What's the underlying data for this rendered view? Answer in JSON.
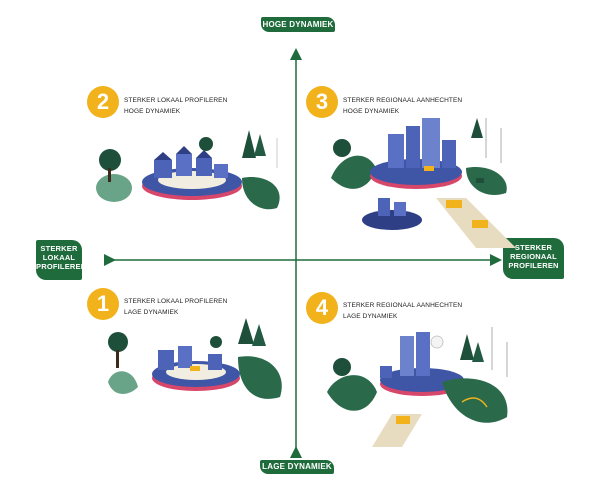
{
  "axes": {
    "top": "HOGE DYNAMIEK",
    "bottom": "LAGE DYNAMIEK",
    "left": [
      "STERKER",
      "LOKAAL",
      "PROFILEREN"
    ],
    "right": [
      "STERKER",
      "REGIONAAL",
      "PROFILEREN"
    ]
  },
  "quadrants": [
    {
      "number": "2",
      "line1": "STERKER LOKAAL PROFILEREN",
      "line2": "HOGE DYNAMIEK"
    },
    {
      "number": "3",
      "line1": "STERKER REGIONAAL AANHECHTEN",
      "line2": "HOGE DYNAMIEK"
    },
    {
      "number": "1",
      "line1": "STERKER LOKAAL PROFILEREN",
      "line2": "LAGE DYNAMIEK"
    },
    {
      "number": "4",
      "line1": "STERKER REGIONAAL AANHECHTEN",
      "line2": "LAGE DYNAMIEK"
    }
  ],
  "colors": {
    "axis_green": "#1f6b3c",
    "badge_yellow": "#f2b21c",
    "island_blue": "#3f55a5",
    "ring_pink": "#d7476b",
    "tree_dark": "#1e4f3b",
    "tree_light": "#5fa07a"
  }
}
